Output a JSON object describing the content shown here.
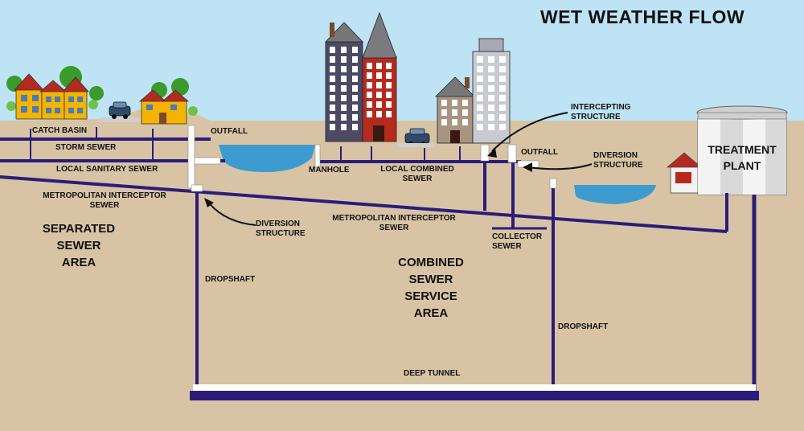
{
  "title": "WET WEATHER FLOW",
  "labels": {
    "catch_basin": "CATCH BASIN",
    "storm_sewer": "STORM SEWER",
    "local_sanitary_sewer": "LOCAL SANITARY SEWER",
    "metro_interceptor_left_1": "METROPOLITAN INTERCEPTOR",
    "metro_interceptor_left_2": "SEWER",
    "outfall_left": "OUTFALL",
    "manhole": "MANHOLE",
    "local_combined_1": "LOCAL COMBINED",
    "local_combined_2": "SEWER",
    "intercepting_1": "INTERCEPTING",
    "intercepting_2": "STRUCTURE",
    "outfall_right": "OUTFALL",
    "diversion_right_1": "DIVERSION",
    "diversion_right_2": "STRUCTURE",
    "diversion_left_1": "DIVERSION",
    "diversion_left_2": "STRUCTURE",
    "metro_interceptor_mid_1": "METROPOLITAN INTERCEPTOR",
    "metro_interceptor_mid_2": "SEWER",
    "collector_1": "COLLECTOR",
    "collector_2": "SEWER",
    "dropshaft_left": "DROPSHAFT",
    "dropshaft_right": "DROPSHAFT",
    "deep_tunnel": "DEEP TUNNEL",
    "treatment_1": "TREATMENT",
    "treatment_2": "PLANT"
  },
  "areas": {
    "separated_1": "SEPARATED",
    "separated_2": "SEWER",
    "separated_3": "AREA",
    "combined_1": "COMBINED",
    "combined_2": "SEWER",
    "combined_3": "SERVICE",
    "combined_4": "AREA"
  },
  "colors": {
    "sky": "#bde3f5",
    "soil": "#d8c4a4",
    "pipe": "#2b1c7a",
    "water": "#3d9bd0",
    "house": "#f4b400",
    "roof_red": "#b52a1f"
  }
}
